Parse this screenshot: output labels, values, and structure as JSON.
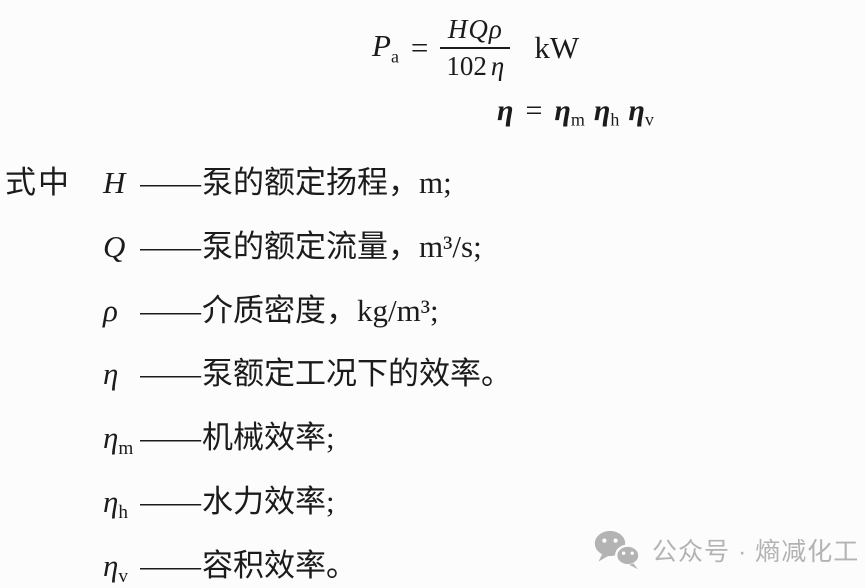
{
  "page": {
    "background": "#fcfcfc",
    "text_color": "#1b1b1b"
  },
  "formula_power": {
    "lhs_base": "P",
    "lhs_sub": "a",
    "equals": "=",
    "numerator": "HQρ",
    "den_coeff": "102",
    "den_var": "η",
    "unit": "kW"
  },
  "formula_efficiency": {
    "lhs": "η",
    "equals": "=",
    "terms": [
      {
        "base": "η",
        "sub": "m"
      },
      {
        "base": "η",
        "sub": "h"
      },
      {
        "base": "η",
        "sub": "v"
      }
    ]
  },
  "definitions": {
    "intro": "式中",
    "dash": "——",
    "items": [
      {
        "sym": "H",
        "sub": "",
        "desc": "泵的额定扬程，m;"
      },
      {
        "sym": "Q",
        "sub": "",
        "desc": "泵的额定流量，m³/s;"
      },
      {
        "sym": "ρ",
        "sub": "",
        "desc": "介质密度，kg/m³;"
      },
      {
        "sym": "η",
        "sub": "",
        "desc": "泵额定工况下的效率。"
      },
      {
        "sym": "η",
        "sub": "m",
        "desc": "机械效率;"
      },
      {
        "sym": "η",
        "sub": "h",
        "desc": "水力效率;"
      },
      {
        "sym": "η",
        "sub": "v",
        "desc": "容积效率。"
      }
    ]
  },
  "watermark": {
    "icon": "wechat-logo",
    "text": "公众号 · 熵减化工",
    "color": "#b3b3b3"
  }
}
